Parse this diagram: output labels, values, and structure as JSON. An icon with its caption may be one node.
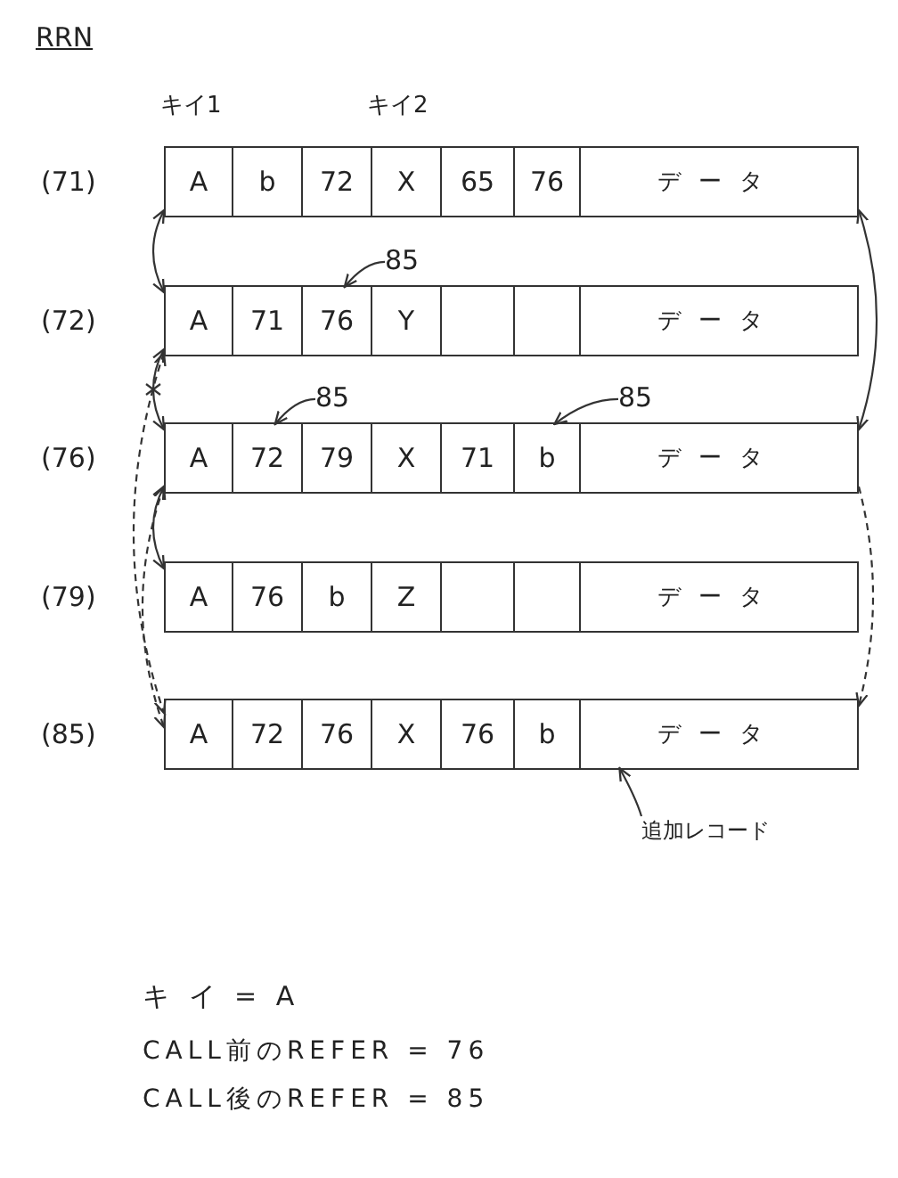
{
  "diagram": {
    "nodes": [
      {
        "text": [],
        "shape": "box",
        "beside": [
          "(71)"
        ]
      },
      {
        "text": [
          "A"
        ],
        "in": 0
      },
      {
        "text": [
          "b"
        ],
        "in": 0
      },
      {
        "text": [
          "72"
        ],
        "in": 0
      },
      {
        "text": [
          "X"
        ],
        "in": 0
      },
      {
        "text": [
          "65"
        ],
        "in": 0
      },
      {
        "text": [
          "76"
        ],
        "in": 0
      },
      {
        "text": [
          "データ"
        ],
        "in": 0
      },
      {
        "text": [
          "85"
        ]
      },
      {
        "text": [],
        "shape": "box",
        "beside": [
          "(72)"
        ]
      },
      {
        "text": [
          "A"
        ],
        "in": 9
      },
      {
        "text": [
          "71"
        ],
        "in": 9
      },
      {
        "text": [
          "76"
        ],
        "in": 9
      },
      {
        "text": [
          "Y"
        ],
        "in": 9
      },
      {
        "text": [],
        "shape": "box",
        "in": 9
      },
      {
        "text": [],
        "shape": "box",
        "in": 9
      },
      {
        "text": [
          "データ"
        ],
        "in": 9
      },
      {
        "text": [
          "85"
        ]
      },
      {
        "text": [
          "85"
        ]
      },
      {
        "text": [],
        "shape": "box",
        "beside": [
          "(76)"
        ]
      },
      {
        "text": [
          "A"
        ],
        "in": 19
      },
      {
        "text": [
          "72"
        ],
        "in": 19
      },
      {
        "text": [
          "79"
        ],
        "in": 19
      },
      {
        "text": [
          "X"
        ],
        "in": 19
      },
      {
        "text": [
          "71"
        ],
        "in": 19
      },
      {
        "text": [
          "b"
        ],
        "in": 19
      },
      {
        "text": [
          "データ"
        ],
        "in": 19
      },
      {
        "text": [],
        "shape": "box",
        "beside": [
          "(79)"
        ]
      },
      {
        "text": [
          "A"
        ],
        "in": 27
      },
      {
        "text": [
          "76"
        ],
        "in": 27
      },
      {
        "text": [
          "b"
        ],
        "in": 27
      },
      {
        "text": [
          "Z"
        ],
        "in": 27
      },
      {
        "text": [],
        "shape": "box",
        "in": 27
      },
      {
        "text": [],
        "shape": "box",
        "in": 27
      },
      {
        "text": [
          "データ"
        ],
        "in": 27
      },
      {
        "text": [],
        "shape": "box",
        "beside": [
          "(85)"
        ]
      },
      {
        "text": [
          "A"
        ],
        "in": 35
      },
      {
        "text": [
          "72"
        ],
        "in": 35
      },
      {
        "text": [
          "76"
        ],
        "in": 35
      },
      {
        "text": [
          "X"
        ],
        "in": 35
      },
      {
        "text": [
          "76"
        ],
        "in": 35
      },
      {
        "text": [
          "b"
        ],
        "in": 35
      },
      {
        "text": [
          "データ"
        ],
        "in": 35
      },
      {
        "text": [
          "追加レコード"
        ]
      }
    ],
    "edges": [
      {
        "from": 0,
        "to": 9,
        "arrow": "both"
      },
      {
        "from": 9,
        "to": 19,
        "arrow": "both"
      },
      {
        "from": 19,
        "to": 27,
        "arrow": "both"
      },
      {
        "from": 9,
        "to": 35,
        "arrow": "both",
        "style": "dashed"
      },
      {
        "from": 19,
        "to": 35,
        "arrow": "both",
        "style": "dashed"
      },
      {
        "from": 0,
        "to": 19,
        "arrow": "both"
      },
      {
        "from": 19,
        "to": 35,
        "arrow": "to",
        "style": "dashed"
      },
      {
        "from": 8,
        "to": 12,
        "arrow": "to"
      },
      {
        "from": 17,
        "to": 21,
        "arrow": "to"
      },
      {
        "from": 18,
        "to": 25,
        "arrow": "to"
      },
      {
        "from": 43,
        "to": 42,
        "arrow": "to"
      }
    ],
    "labels": [
      "RRN",
      "キイ1",
      "キイ2",
      "キ イ = A",
      "CALL前のREFER = 76",
      "CALL後のREFER = 85"
    ]
  }
}
